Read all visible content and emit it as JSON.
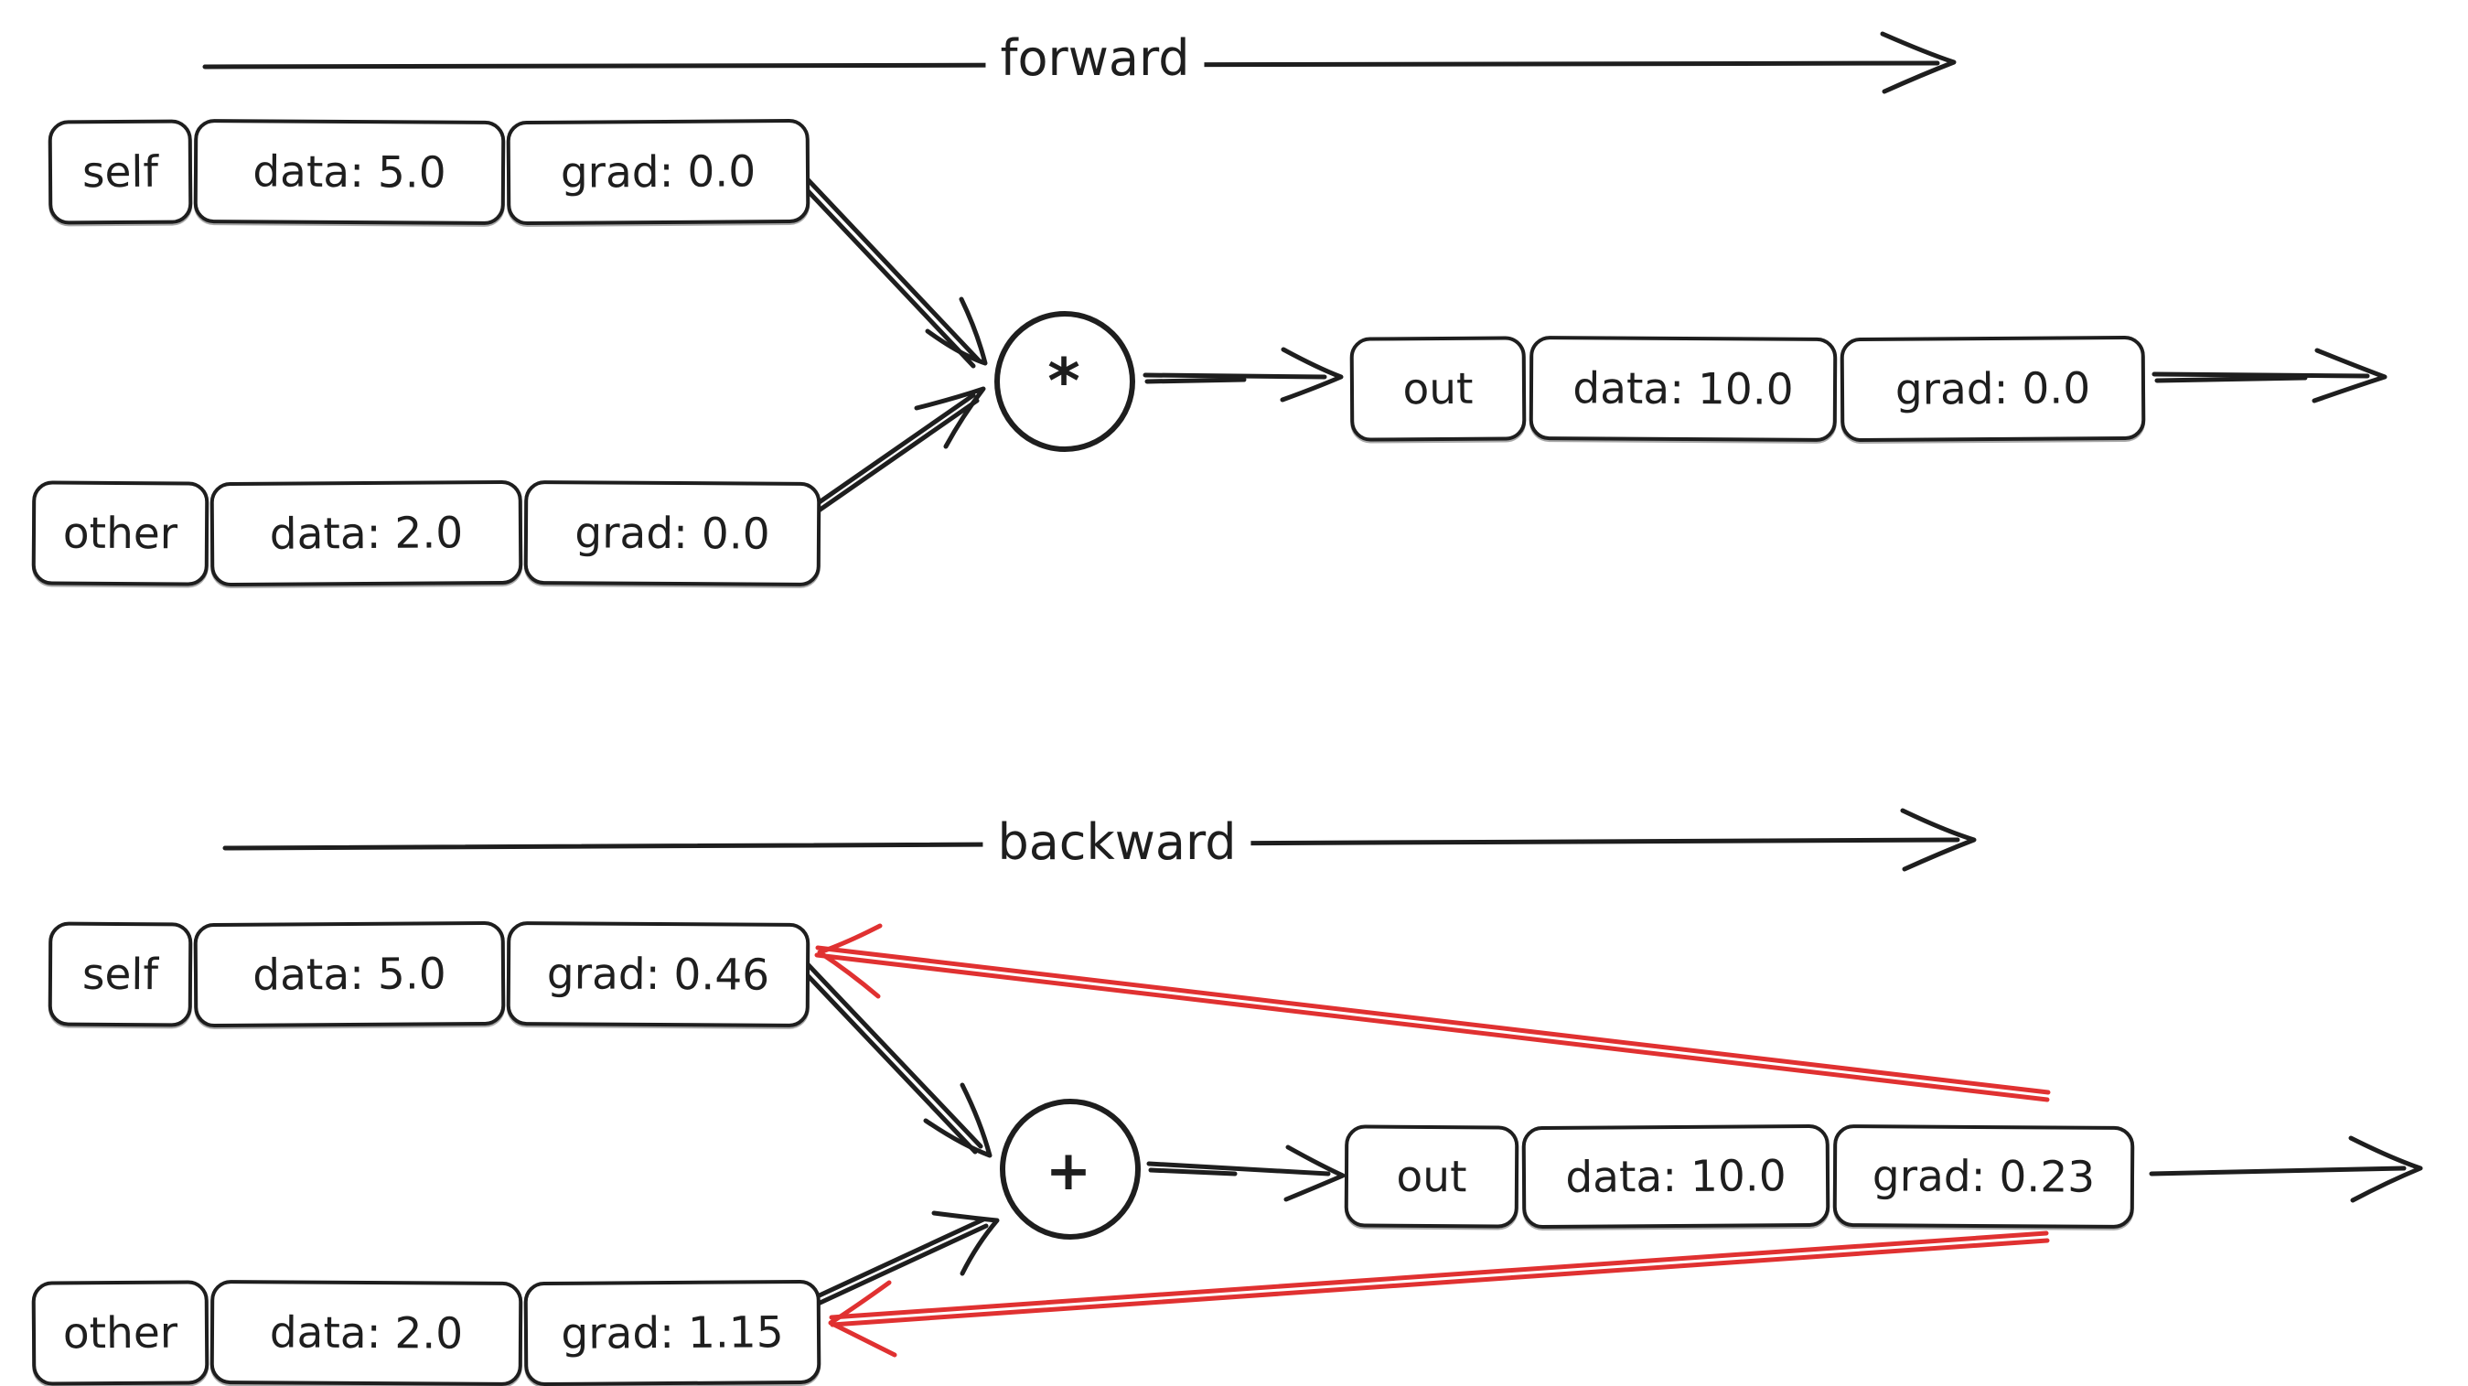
{
  "colors": {
    "ink": "#1e1e1e",
    "red": "#e03131",
    "background": "#ffffff"
  },
  "sections": [
    {
      "axis_label": "forward",
      "op": "*",
      "nodes": {
        "self": {
          "label": "self",
          "data": "data: 5.0",
          "grad": "grad: 0.0"
        },
        "other": {
          "label": "other",
          "data": "data: 2.0",
          "grad": "grad: 0.0"
        },
        "out": {
          "label": "out",
          "data": "data: 10.0",
          "grad": "grad: 0.0"
        }
      }
    },
    {
      "axis_label": "backward",
      "op": "+",
      "nodes": {
        "self": {
          "label": "self",
          "data": "data: 5.0",
          "grad": "grad: 0.46"
        },
        "other": {
          "label": "other",
          "data": "data: 2.0",
          "grad": "grad: 1.15"
        },
        "out": {
          "label": "out",
          "data": "data: 10.0",
          "grad": "grad: 0.23"
        }
      }
    }
  ]
}
